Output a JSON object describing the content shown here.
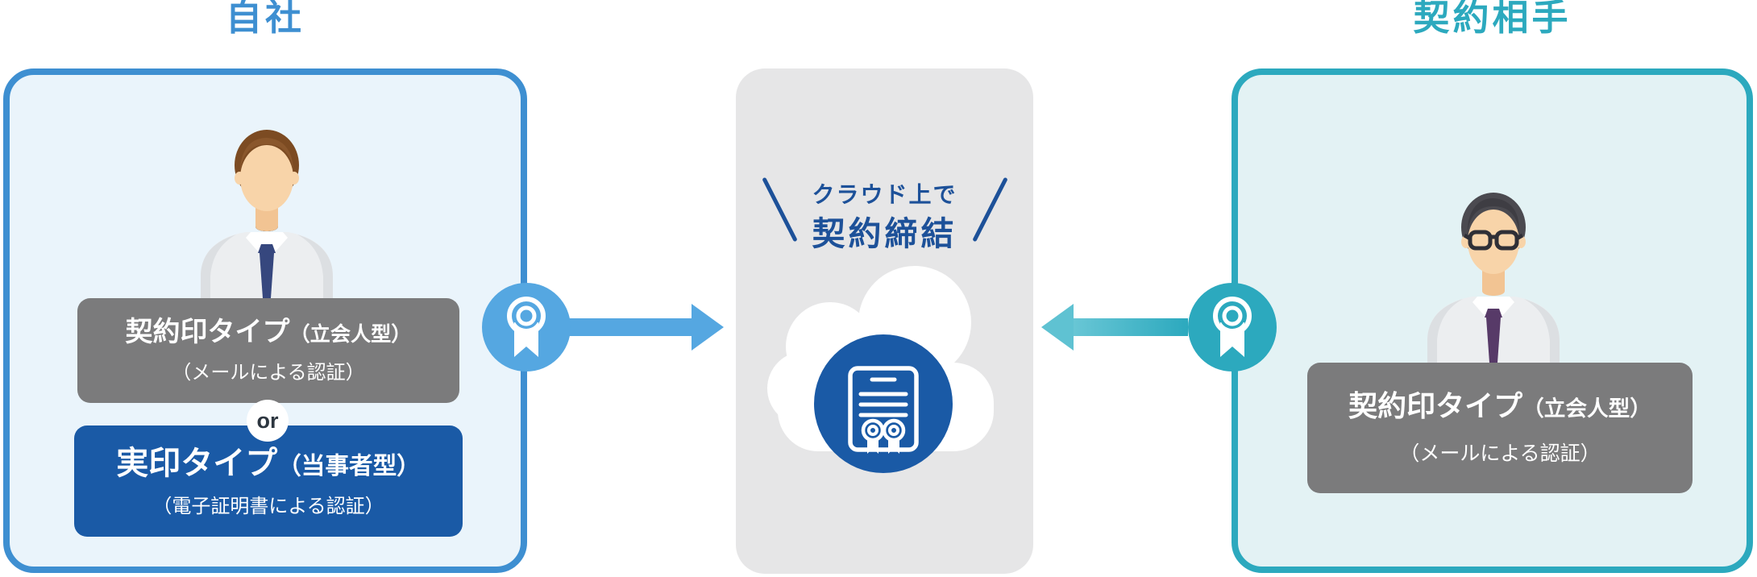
{
  "colors": {
    "blue_accent": "#3E8FD1",
    "left_bg": "#EAF4FB",
    "arrow_blue": "#55A7E1",
    "navy_blue": "#1A5AA6",
    "gray_label": "#7B7B7C",
    "center_bg": "#E6E6E7",
    "center_text": "#1D5199",
    "teal_accent": "#2CA9BE",
    "right_bg": "#E3F2F4",
    "or_text": "#2D3640"
  },
  "left_panel": {
    "title": "自社",
    "avatar_icon": "businessman-avatar",
    "option1": {
      "title": "契約印タイプ",
      "title_note": "（立会人型）",
      "subtitle": "（メールによる認証）"
    },
    "or_label": "or",
    "option2": {
      "title": "実印タイプ",
      "title_note": "（当事者型）",
      "subtitle": "（電子証明書による認証）"
    }
  },
  "center_panel": {
    "caption_line1": "クラウド上で",
    "caption_line2": "契約締結",
    "cloud_icon": "cloud-icon",
    "document_icon": "contract-document-icon"
  },
  "right_panel": {
    "title": "契約相手",
    "avatar_icon": "businessman-glasses-avatar",
    "option1": {
      "title": "契約印タイプ",
      "title_note": "（立会人型）",
      "subtitle": "（メールによる認証）"
    }
  },
  "connectors": {
    "left_medal_icon": "ribbon-medal-icon",
    "right_medal_icon": "ribbon-medal-icon",
    "left_arrow_icon": "arrow-right-icon",
    "right_arrow_icon": "arrow-left-icon"
  }
}
